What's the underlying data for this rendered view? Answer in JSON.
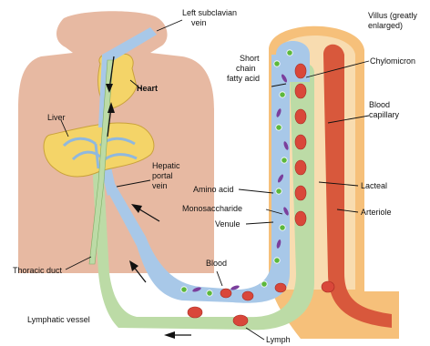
{
  "labels": {
    "left_subclavian_vein": [
      "Left subclavian",
      "vein"
    ],
    "villus": [
      "Villus (greatly",
      "enlarged)"
    ],
    "short_chain_fatty_acid": [
      "Short",
      "chain",
      "fatty acid"
    ],
    "chylomicron": "Chylomicron",
    "blood_capillary": [
      "Blood",
      "capillary"
    ],
    "heart": "Heart",
    "liver": "Liver",
    "hepatic_portal_vein": [
      "Hepatic",
      "portal",
      "vein"
    ],
    "amino_acid": "Amino acid",
    "monosaccharide": "Monosaccharide",
    "venule": "Venule",
    "lacteal": "Lacteal",
    "arteriole": "Arteriole",
    "blood": "Blood",
    "thoracic_duct": "Thoracic duct",
    "lymphatic_vessel": "Lymphatic vessel",
    "lymph": "Lymph"
  },
  "colors": {
    "skin": "#e7b9a2",
    "liver": "#f4d468",
    "vein": "#a8c8e8",
    "lymph": "#bcdba6",
    "artery": "#d8583c",
    "villus_outer": "#f6c07a",
    "villus_inner": "#f8dcb0",
    "rbc": "#d9473a",
    "particle_green": "#5cb83c",
    "particle_purple": "#7b3f9c"
  },
  "icons": [
    "flow-arrow-icon"
  ]
}
